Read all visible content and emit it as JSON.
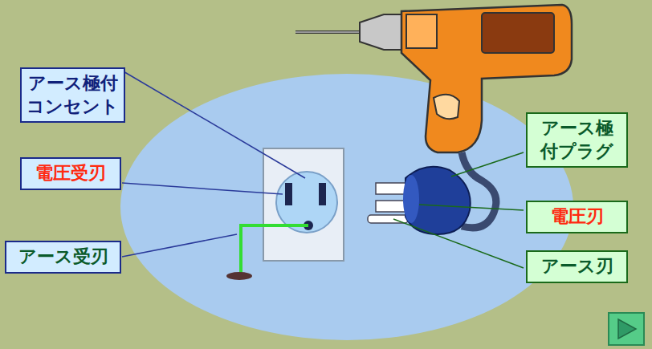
{
  "diagram": {
    "nodes": [
      {
        "text": [
          "アース極付 コンセント"
        ]
      },
      {
        "text": [
          "電圧受刃"
        ]
      },
      {
        "text": [
          "アース受刃"
        ]
      },
      {
        "text": [
          "アース極 付プラグ"
        ]
      },
      {
        "text": [
          "電圧刃"
        ]
      },
      {
        "text": [
          "アース刃"
        ]
      }
    ]
  }
}
